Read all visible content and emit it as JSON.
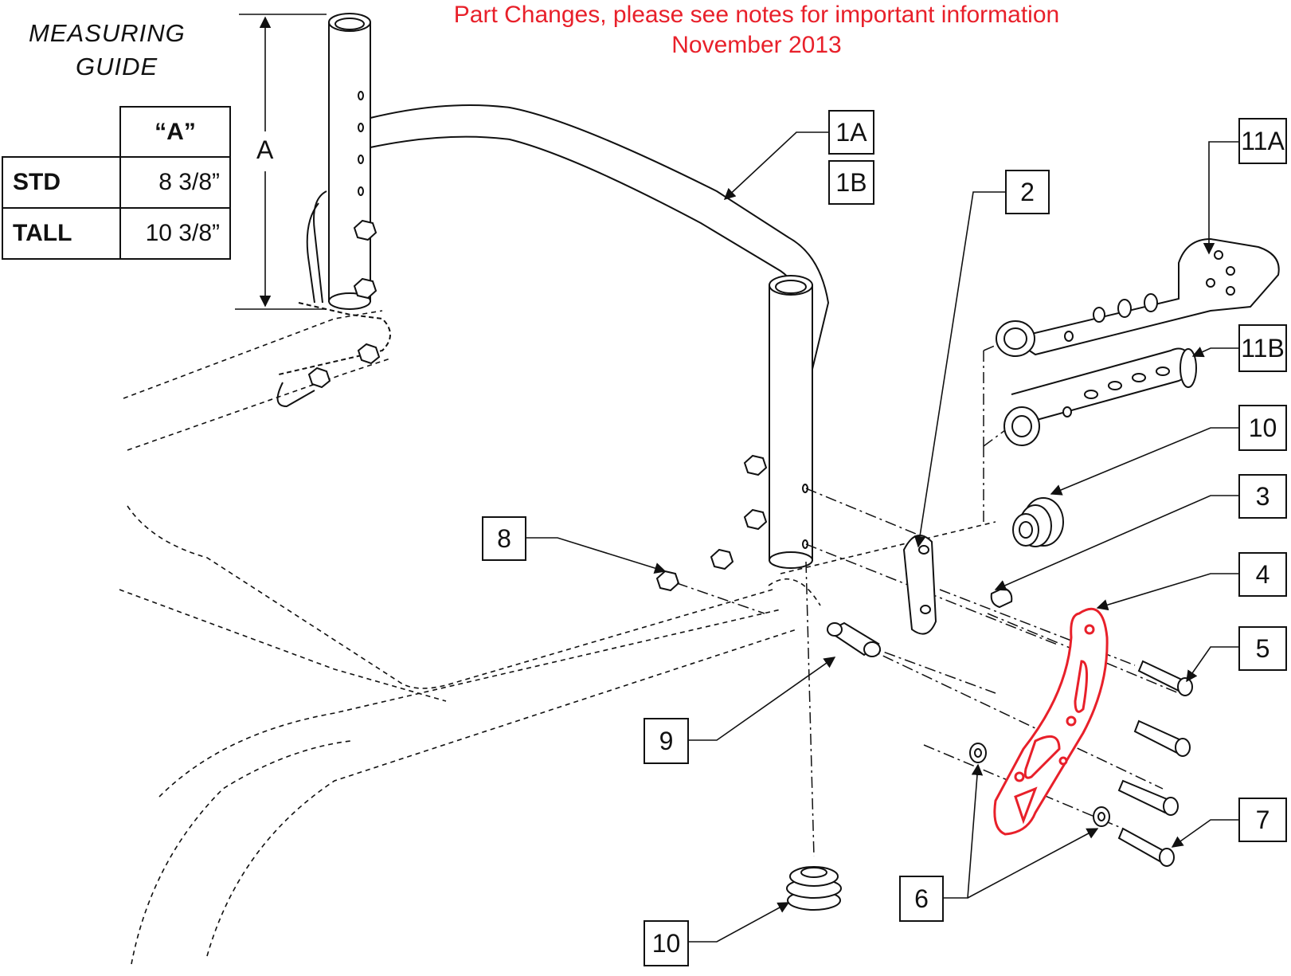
{
  "notice": {
    "line1": "Part Changes, please see notes for important information",
    "line2": "November 2013",
    "color": "#e8202a"
  },
  "measuring_guide": {
    "title_line1": "MEASURING",
    "title_line2": "GUIDE",
    "column_header": "“A”",
    "rows": [
      {
        "label": "STD",
        "value": "8 3/8”"
      },
      {
        "label": "TALL",
        "value": "10 3/8”"
      }
    ]
  },
  "dimension_label": "A",
  "callouts": [
    "1A",
    "1B",
    "2",
    "11A",
    "11B",
    "10",
    "3",
    "4",
    "5",
    "8",
    "9",
    "6",
    "7",
    "10"
  ],
  "highlight_color": "#e8202a"
}
